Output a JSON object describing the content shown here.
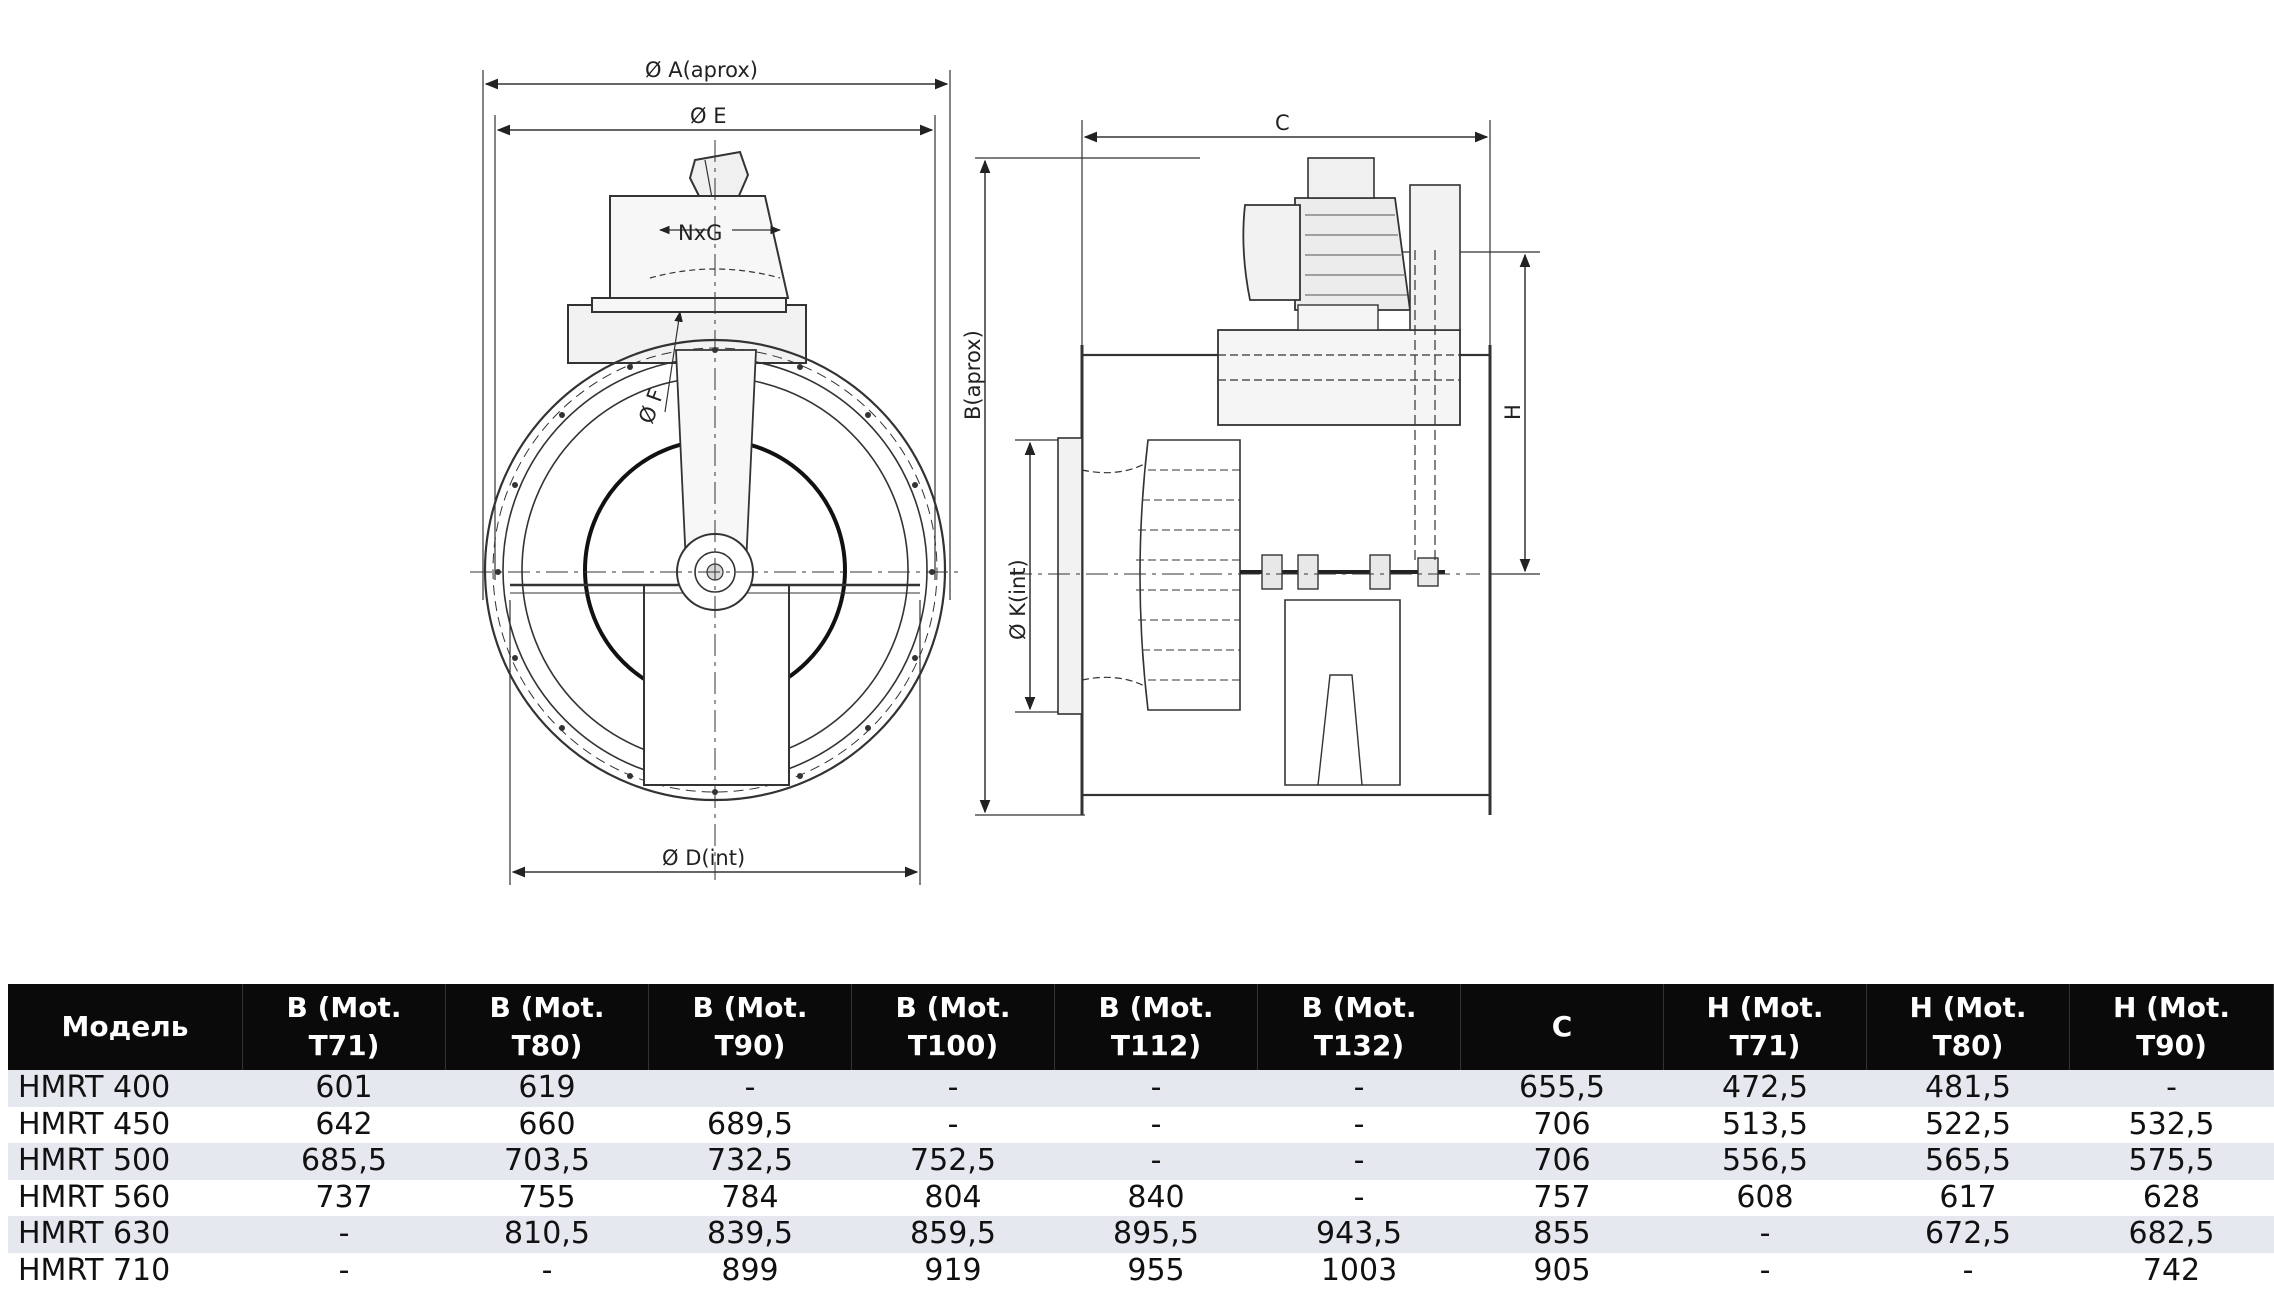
{
  "drawing": {
    "labels": {
      "a": "Ø A(aprox)",
      "e": "Ø E",
      "nxg": "NxG",
      "f": "Ø F",
      "d": "Ø D(int)",
      "c": "C",
      "b": "B(aprox)",
      "h": "H",
      "k": "Ø K(int)"
    }
  },
  "table": {
    "headers": [
      [
        "Модель"
      ],
      [
        "B (Mot.",
        "T71)"
      ],
      [
        "B (Mot.",
        "T80)"
      ],
      [
        "B (Mot.",
        "T90)"
      ],
      [
        "B (Mot.",
        "T100)"
      ],
      [
        "B (Mot.",
        "T112)"
      ],
      [
        "B (Mot.",
        "T132)"
      ],
      [
        "C"
      ],
      [
        "H (Mot.",
        "T71)"
      ],
      [
        "H (Mot.",
        "T80)"
      ],
      [
        "H (Mot.",
        "T90)"
      ]
    ],
    "rows": [
      [
        "HMRT 400",
        "601",
        "619",
        "-",
        "-",
        "-",
        "-",
        "655,5",
        "472,5",
        "481,5",
        "-"
      ],
      [
        "HMRT 450",
        "642",
        "660",
        "689,5",
        "-",
        "-",
        "-",
        "706",
        "513,5",
        "522,5",
        "532,5"
      ],
      [
        "HMRT 500",
        "685,5",
        "703,5",
        "732,5",
        "752,5",
        "-",
        "-",
        "706",
        "556,5",
        "565,5",
        "575,5"
      ],
      [
        "HMRT 560",
        "737",
        "755",
        "784",
        "804",
        "840",
        "-",
        "757",
        "608",
        "617",
        "628"
      ],
      [
        "HMRT 630",
        "-",
        "810,5",
        "839,5",
        "859,5",
        "895,5",
        "943,5",
        "855",
        "-",
        "672,5",
        "682,5"
      ],
      [
        "HMRT 710",
        "-",
        "-",
        "899",
        "919",
        "955",
        "1003",
        "905",
        "-",
        "-",
        "742"
      ]
    ]
  }
}
